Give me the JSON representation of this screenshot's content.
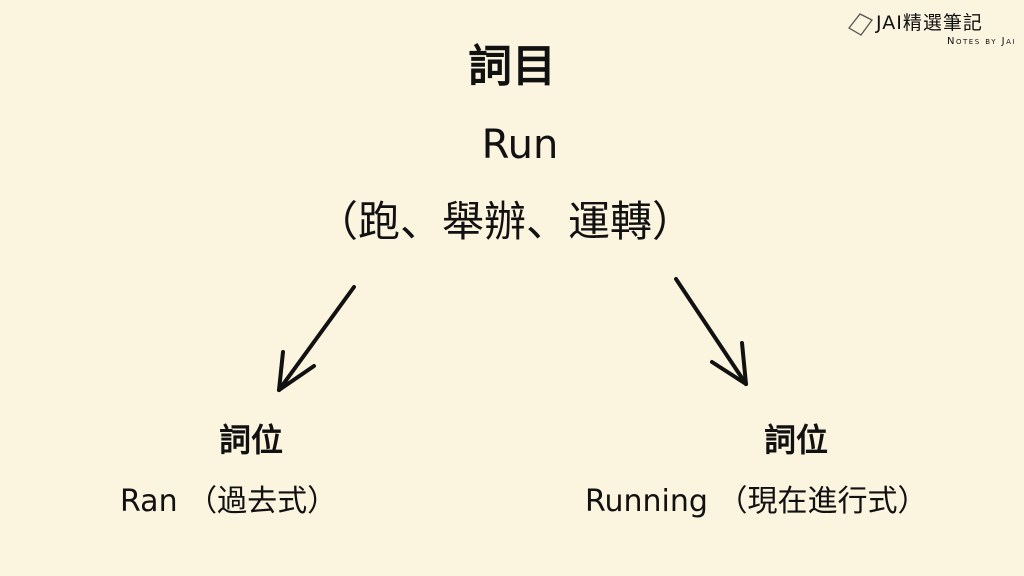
{
  "logo": {
    "main": "JAI精選筆記",
    "sub": "Notes by Jai"
  },
  "title": "詞目",
  "root": {
    "word": "Run",
    "meaning": "（跑、舉辦、運轉）"
  },
  "branches": [
    {
      "label": "詞位",
      "form": "Ran （過去式）"
    },
    {
      "label": "詞位",
      "form": "Running （現在進行式）"
    }
  ]
}
